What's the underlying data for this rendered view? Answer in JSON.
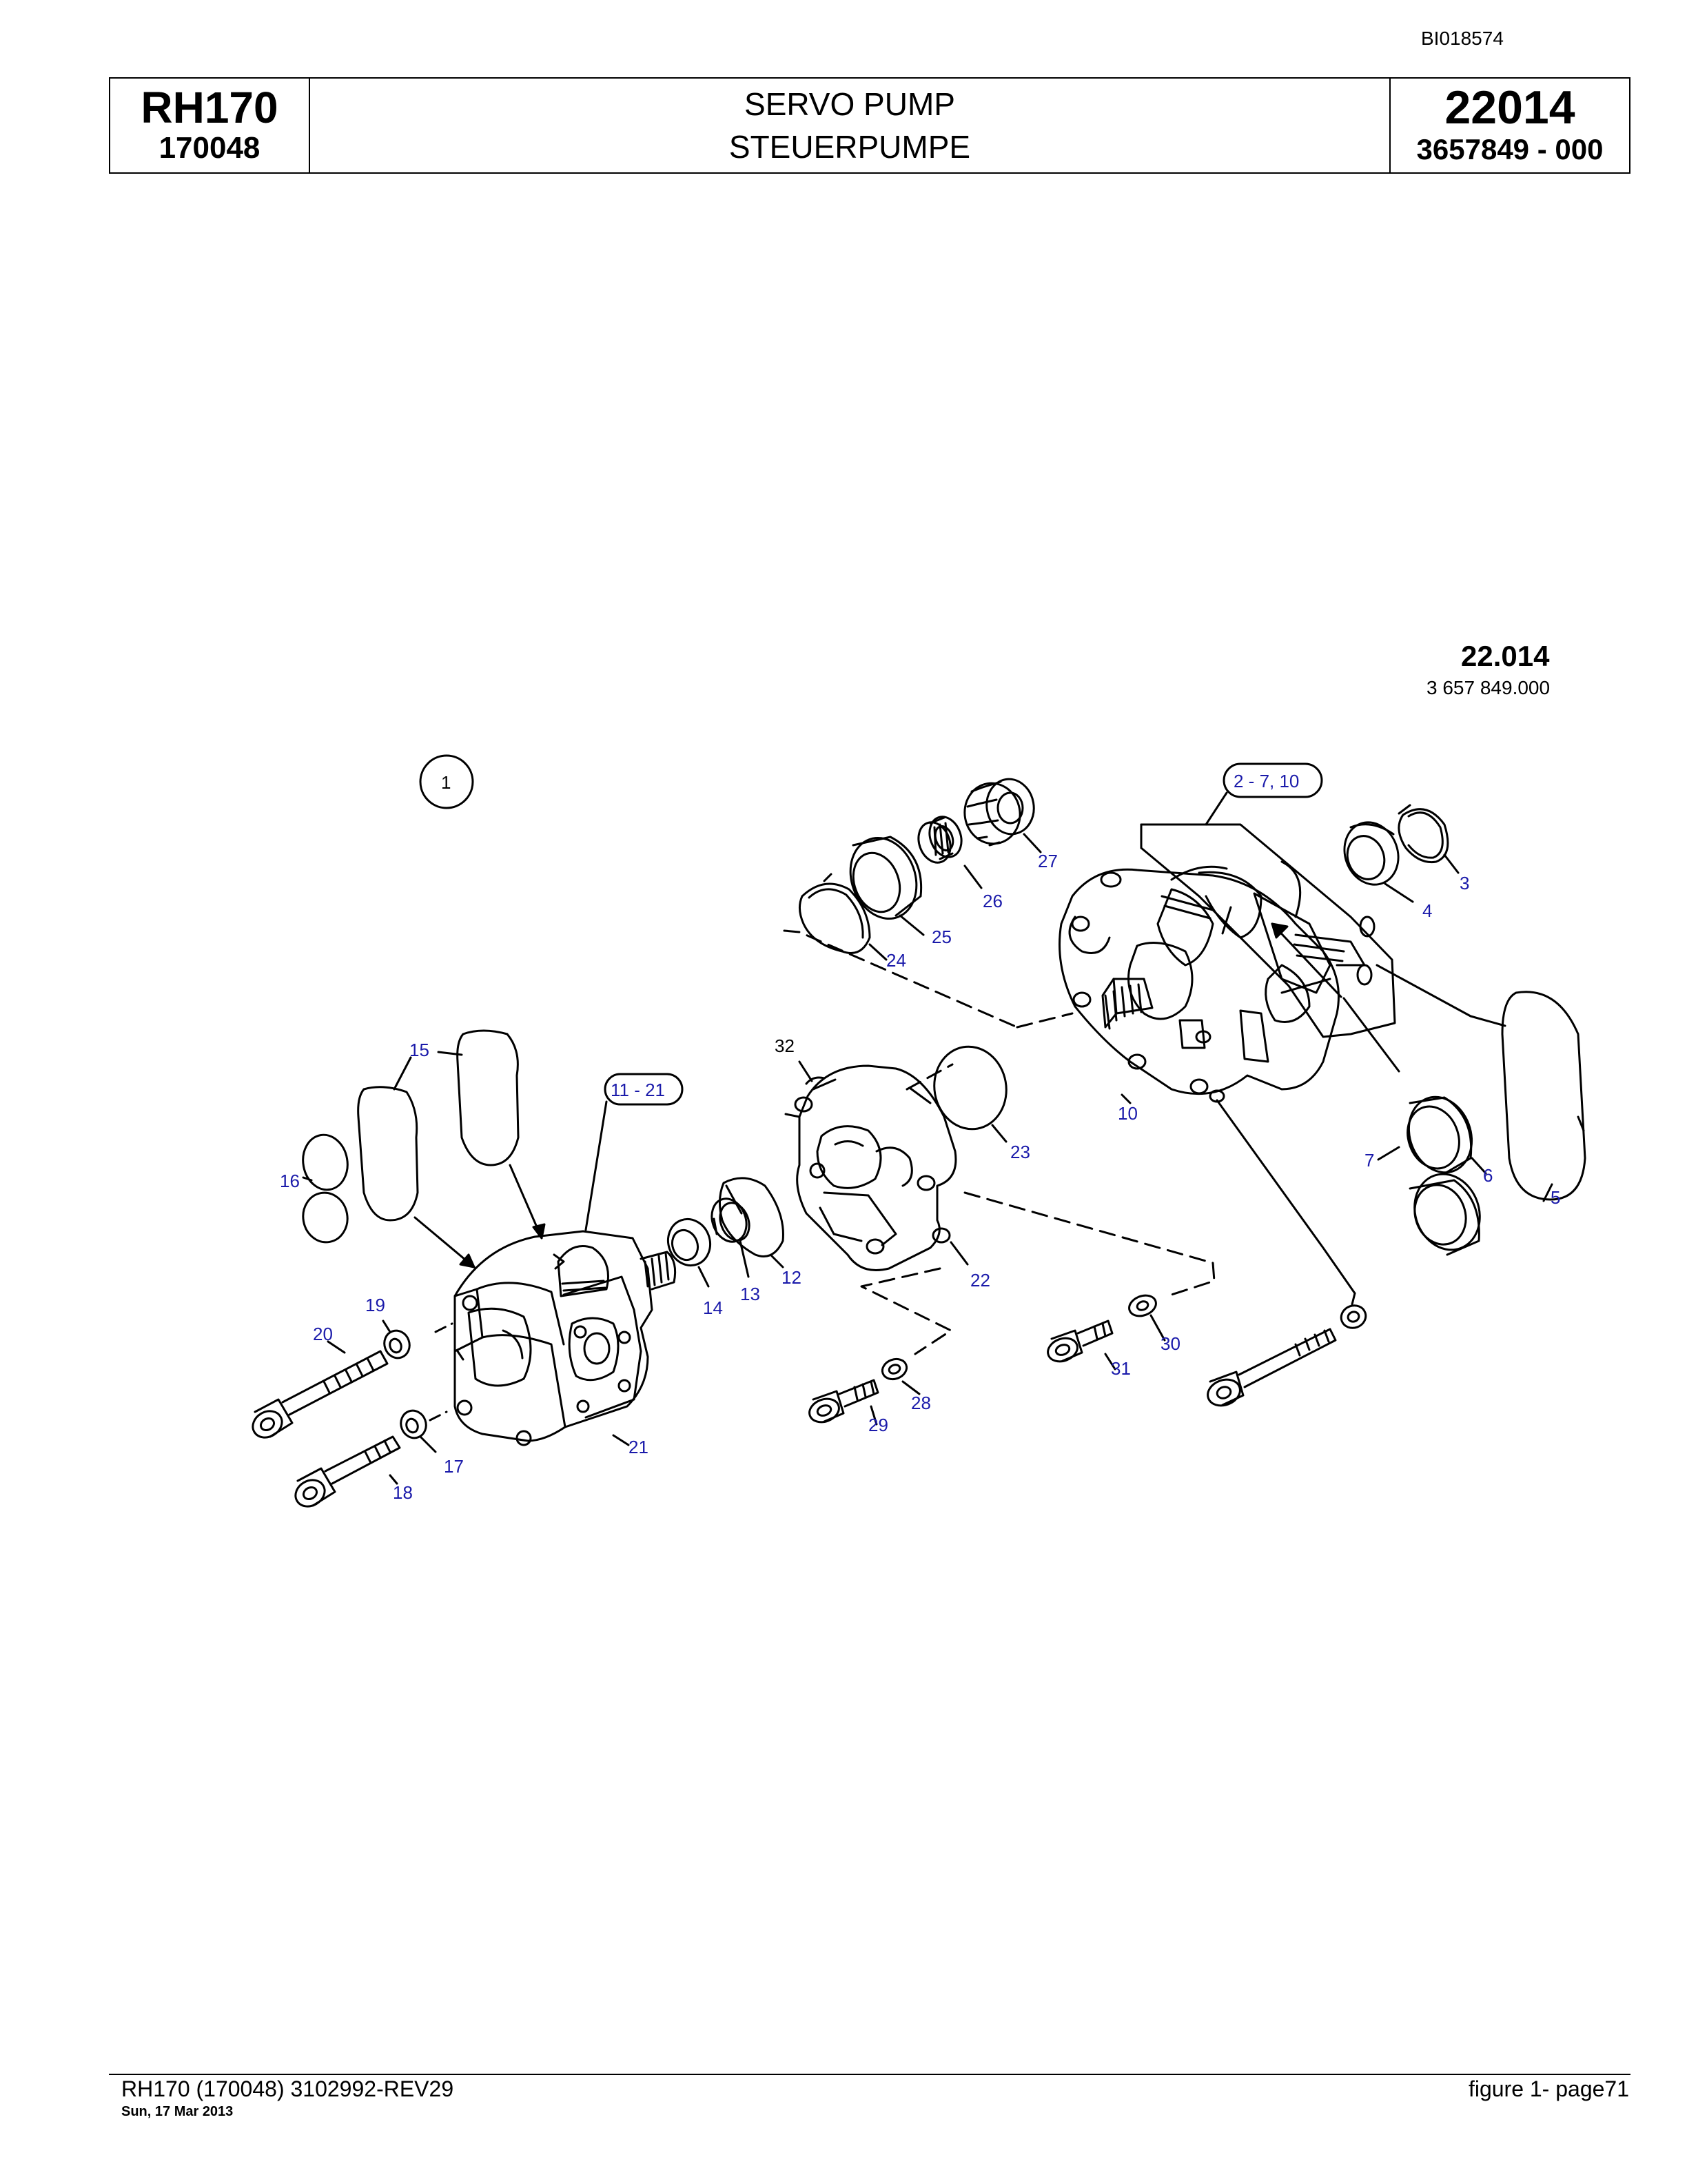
{
  "document": {
    "doc_id": "BI018574",
    "model": "RH170",
    "serial": "170048",
    "title_en": "SERVO PUMP",
    "title_de": "STEUERPUMPE",
    "figure_number": "22014",
    "part_number": "3657849  - 000"
  },
  "figure": {
    "label": "22.014",
    "part_number": "3 657 849.000",
    "group_callouts": [
      "1",
      "2 - 7, 10",
      "11 - 21"
    ],
    "callouts": [
      "3",
      "4",
      "5",
      "6",
      "7",
      "10",
      "12",
      "13",
      "14",
      "15",
      "16",
      "17",
      "18",
      "19",
      "20",
      "21",
      "22",
      "23",
      "24",
      "25",
      "26",
      "27",
      "28",
      "29",
      "30",
      "31",
      "32"
    ]
  },
  "footer": {
    "left": "RH170 (170048) 3102992-REV29",
    "date": "Sun, 17 Mar 2013",
    "right": "figure  1- page71"
  }
}
